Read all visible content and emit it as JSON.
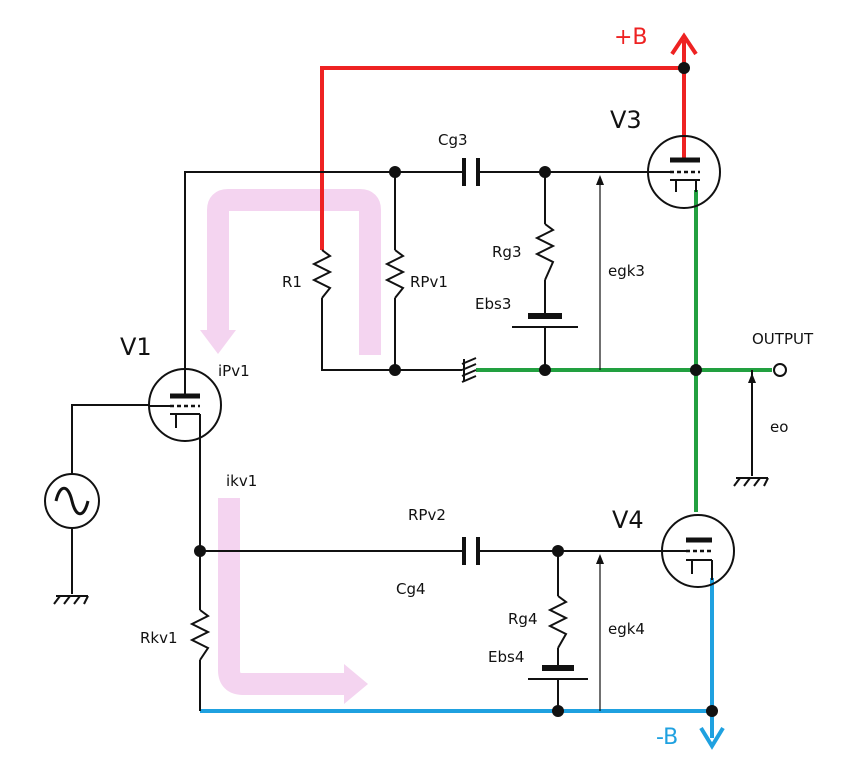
{
  "colors": {
    "positive_rail": "#ee2222",
    "negative_rail": "#1fa1e0",
    "ground_line": "#22a040",
    "flow_arrow": "#f4d4f0",
    "wire": "#111111"
  },
  "rails": {
    "positive": "+B",
    "negative": "-B"
  },
  "output": {
    "label": "OUTPUT",
    "voltage": "eo"
  },
  "tubes": {
    "v1": "V1",
    "v3": "V3",
    "v4": "V4"
  },
  "resistors": {
    "r1": "R1",
    "rpv1": "RPv1",
    "rg3": "Rg3",
    "rpv2": "RPv2",
    "rg4": "Rg4",
    "rkv1": "Rkv1"
  },
  "capacitors": {
    "cg3": "Cg3",
    "cg4": "Cg4"
  },
  "batteries": {
    "ebs3": "Ebs3",
    "ebs4": "Ebs4"
  },
  "currents": {
    "ipv1": "iPv1",
    "ikv1": "ikv1"
  },
  "voltages": {
    "egk3": "egk3",
    "egk4": "egk4"
  },
  "icons": {
    "source": "ac-source-icon",
    "ground": "ground-icon"
  }
}
